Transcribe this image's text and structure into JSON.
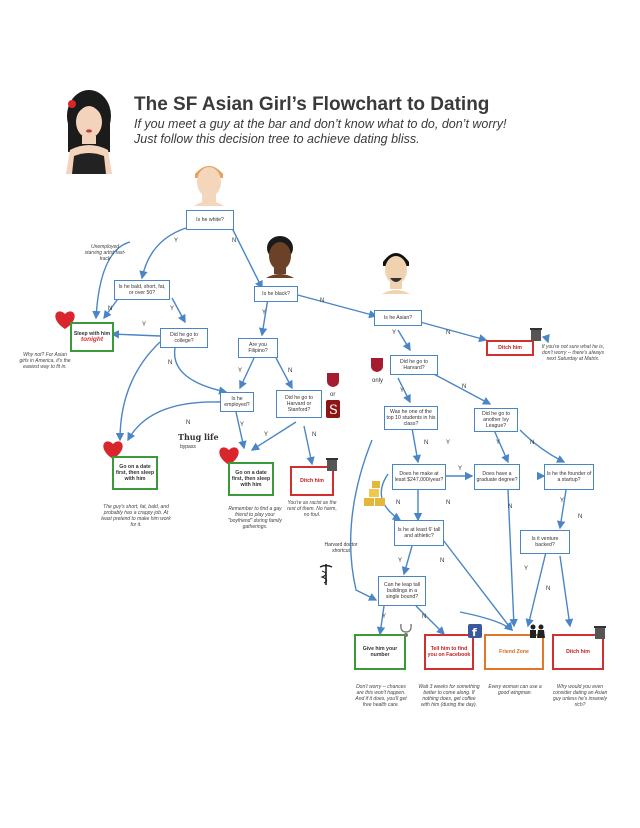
{
  "header": {
    "title": "The SF Asian Girl’s Flowchart to Dating",
    "subtitle_line1": "If you meet a guy at the bar and don’t know what to do, don’t worry!",
    "subtitle_line2": "Just follow this decision tree to achieve dating bliss."
  },
  "nodes": {
    "is_white": "Is he white?",
    "bald_short": "Is he bald, short, fat, or over 50?",
    "is_black": "Is he black?",
    "is_asian": "Is he Asian?",
    "sleep_tonight_a": "Sleep with him",
    "sleep_tonight_b": "tonight",
    "college": "Did he go to college?",
    "filipino": "Are you Filipino?",
    "harvard": "Did he go to Harvard?",
    "employed": "Is he employed?",
    "harvard_stanford": "Did he go to Harvard or Stanford?",
    "top10": "Was he one of the top 10 students in his class?",
    "ivy": "Did he go to another Ivy League?",
    "go_date_a": "Go on a date first, then sleep with him",
    "go_date_b": "Go on a date first, then sleep with him",
    "ditch_a": "Ditch him",
    "ditch_b": "Ditch him",
    "ditch_c": "Ditch him",
    "make_247": "Does he make at least $247,000/year?",
    "grad_degree": "Does have a graduate degree?",
    "founder": "Is he the founder of a startup?",
    "tall": "Is he at least 6' tall and athletic?",
    "vc_backed": "Is it venture backed?",
    "leap": "Can he leap tall buildings in a single bound?",
    "give_number": "Give him your number",
    "facebook": "Tell him to find you on Facebook",
    "friend_zone": "Friend Zone"
  },
  "labels": {
    "y": "Y",
    "n": "N",
    "or": "or",
    "only": "only",
    "thug_life": "Thug life",
    "bypass": "bypass",
    "harvard_doctor": "Harvard doctor shortcut"
  },
  "notes": {
    "unemployed": "Unemployed starving artist fast-track",
    "why_not": "Why not? For Asian girls in America, it's the easiest way to fit in.",
    "not_sure": "If you're not sure what he is, don't worry -- there's always next Saturday at Matrix.",
    "guys_short": "The guy's short, fat, bald, and probably has a crappy job. At least pretend to make him work for it.",
    "remember": "Remember to find a gay friend to play your \"boyfriend\" during family gatherings.",
    "racist": "You're as racist as the rest of them. No harm, no foul.",
    "dont_worry": "Don't worry -- chances are this won't happen. And if it does, you'll get free health care.",
    "wait3": "Wait 3 weeks for something better to come along. If nothing does, get coffee with him (during the day).",
    "every_woman": "Every woman can use a good wingman.",
    "why_consider": "Why would you even consider dating an Asian guy unless he's insanely rich?"
  },
  "colors": {
    "edge": "#4a86c5",
    "green": "#3a9a3a",
    "red": "#d03030",
    "orange": "#e07a2a",
    "heart": "#d9252c"
  }
}
